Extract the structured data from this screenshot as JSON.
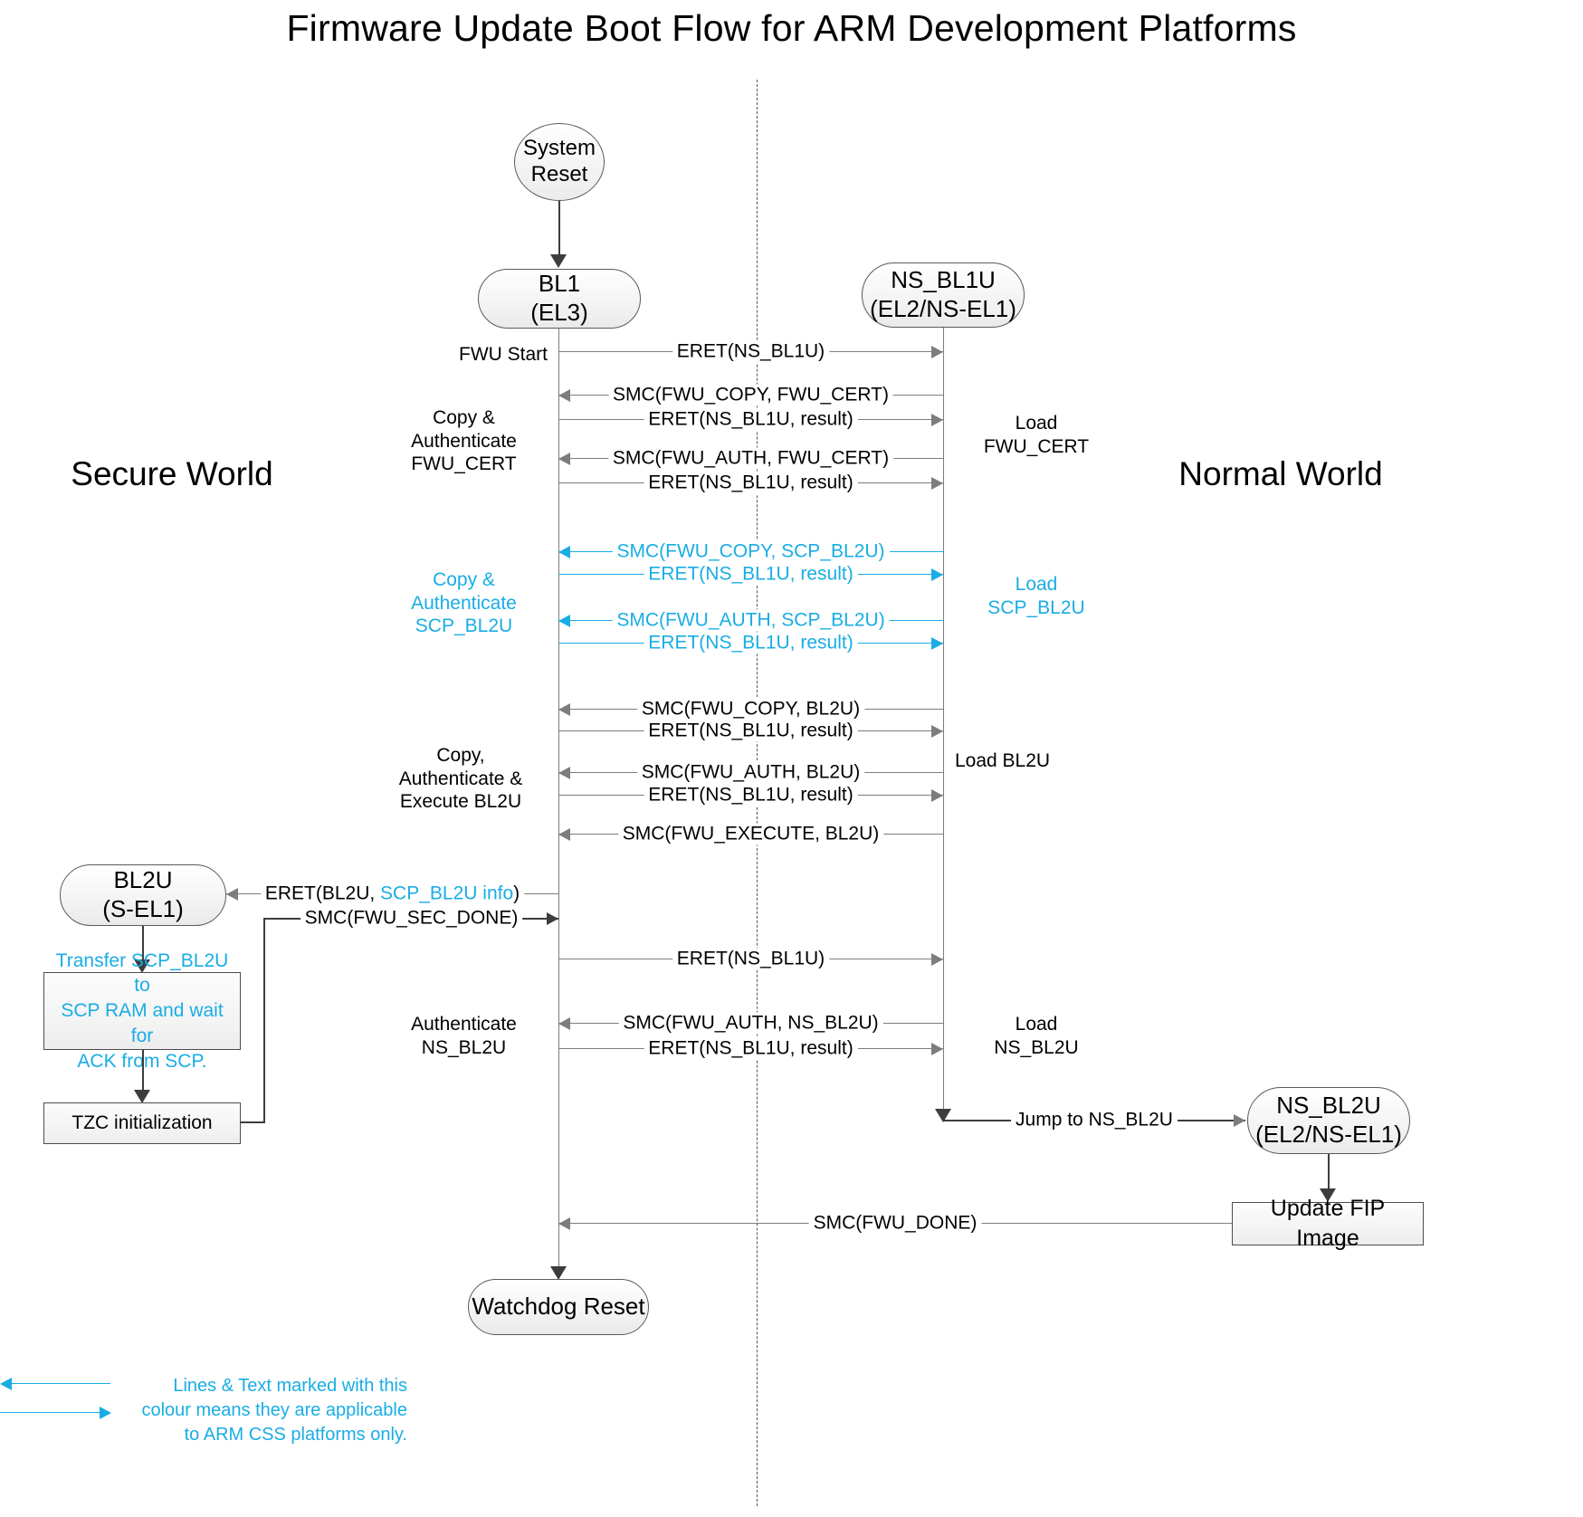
{
  "title": "Firmware Update Boot Flow for ARM Development Platforms",
  "worlds": {
    "secure": "Secure\nWorld",
    "normal": "Normal\nWorld"
  },
  "nodes": {
    "system_reset": "System\nReset",
    "bl1": {
      "line1": "BL1",
      "line2": "(EL3)"
    },
    "ns_bl1u": {
      "line1": "NS_BL1U",
      "line2": "(EL2/NS-EL1)"
    },
    "bl2u": {
      "line1": "BL2U",
      "line2": "(S-EL1)"
    },
    "ns_bl2u": {
      "line1": "NS_BL2U",
      "line2": "(EL2/NS-EL1)"
    },
    "transfer_scp": "Transfer SCP_BL2U to\nSCP RAM and wait for\nACK from SCP.",
    "tzc_init": "TZC initialization",
    "update_fip": "Update FIP Image",
    "watchdog_reset": "Watchdog Reset"
  },
  "messages": [
    {
      "id": "m1",
      "label": "ERET(NS_BL1U)",
      "dir": "right",
      "color": "black"
    },
    {
      "id": "m2",
      "label": "SMC(FWU_COPY, FWU_CERT)",
      "dir": "left",
      "color": "black"
    },
    {
      "id": "m3",
      "label": "ERET(NS_BL1U, result)",
      "dir": "right",
      "color": "black"
    },
    {
      "id": "m4",
      "label": "SMC(FWU_AUTH, FWU_CERT)",
      "dir": "left",
      "color": "black"
    },
    {
      "id": "m5",
      "label": "ERET(NS_BL1U, result)",
      "dir": "right",
      "color": "black"
    },
    {
      "id": "m6",
      "label": "SMC(FWU_COPY, SCP_BL2U)",
      "dir": "left",
      "color": "cyan"
    },
    {
      "id": "m7",
      "label": "ERET(NS_BL1U, result)",
      "dir": "right",
      "color": "cyan"
    },
    {
      "id": "m8",
      "label": "SMC(FWU_AUTH, SCP_BL2U)",
      "dir": "left",
      "color": "cyan"
    },
    {
      "id": "m9",
      "label": "ERET(NS_BL1U, result)",
      "dir": "right",
      "color": "cyan"
    },
    {
      "id": "m10",
      "label": "SMC(FWU_COPY, BL2U)",
      "dir": "left",
      "color": "black"
    },
    {
      "id": "m11",
      "label": "ERET(NS_BL1U, result)",
      "dir": "right",
      "color": "black"
    },
    {
      "id": "m12",
      "label": "SMC(FWU_AUTH, BL2U)",
      "dir": "left",
      "color": "black"
    },
    {
      "id": "m13",
      "label": "ERET(NS_BL1U, result)",
      "dir": "right",
      "color": "black"
    },
    {
      "id": "m14",
      "label": "SMC(FWU_EXECUTE, BL2U)",
      "dir": "left",
      "color": "black"
    },
    {
      "id": "m15",
      "label_pre": "ERET(BL2U, ",
      "label_cy": "SCP_BL2U info",
      "label_post": ")",
      "dir": "left",
      "color": "mixed"
    },
    {
      "id": "m16",
      "label": "SMC(FWU_SEC_DONE)",
      "dir": "right",
      "color": "black"
    },
    {
      "id": "m17",
      "label": "ERET(NS_BL1U)",
      "dir": "right",
      "color": "black"
    },
    {
      "id": "m18",
      "label": "SMC(FWU_AUTH, NS_BL2U)",
      "dir": "left",
      "color": "black"
    },
    {
      "id": "m19",
      "label": "ERET(NS_BL1U, result)",
      "dir": "right",
      "color": "black"
    },
    {
      "id": "m20",
      "label": "Jump to NS_BL2U",
      "dir": "right",
      "color": "black"
    },
    {
      "id": "m21",
      "label": "SMC(FWU_DONE)",
      "dir": "left",
      "color": "black"
    }
  ],
  "annotations": {
    "fwu_start": "FWU Start",
    "copy_auth_cert": "Copy &\nAuthenticate\nFWU_CERT",
    "load_cert": "Load\nFWU_CERT",
    "copy_auth_scp": "Copy &\nAuthenticate\nSCP_BL2U",
    "load_scp": "Load\nSCP_BL2U",
    "copy_auth_exec_bl2u": "Copy,\nAuthenticate &\nExecute BL2U",
    "load_bl2u": "Load BL2U",
    "auth_ns_bl2u": "Authenticate\nNS_BL2U",
    "load_ns_bl2u": "Load\nNS_BL2U"
  },
  "legend": {
    "text": "Lines & Text marked with this\ncolour means they are applicable\nto ARM CSS platforms only."
  },
  "colors": {
    "cyan": "#19ade4",
    "line": "#7d7d7d",
    "dark_line": "#3d3d3d",
    "text": "#000000"
  }
}
